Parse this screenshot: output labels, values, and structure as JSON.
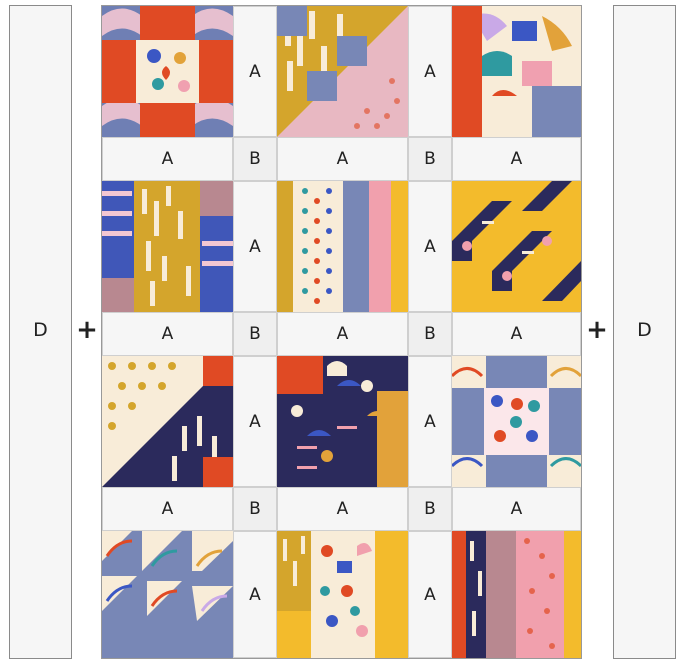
{
  "left_border": {
    "label": "D"
  },
  "right_border": {
    "label": "D"
  },
  "plus_left": "+",
  "plus_right": "+",
  "sashing": {
    "vertical_label": "A",
    "horizontal_label": "A",
    "cornerstone_label": "B"
  },
  "colors": {
    "orange": "#e04a24",
    "mustard": "#d4a52c",
    "periwinkle": "#7887b6",
    "navy": "#2b2a5c",
    "pink": "#f1a0ad",
    "mauve": "#b88890",
    "cream": "#f8ecd8",
    "yellow": "#f3bb2c",
    "lilac": "#c9a9e7",
    "sash": "#f6f6f6"
  }
}
